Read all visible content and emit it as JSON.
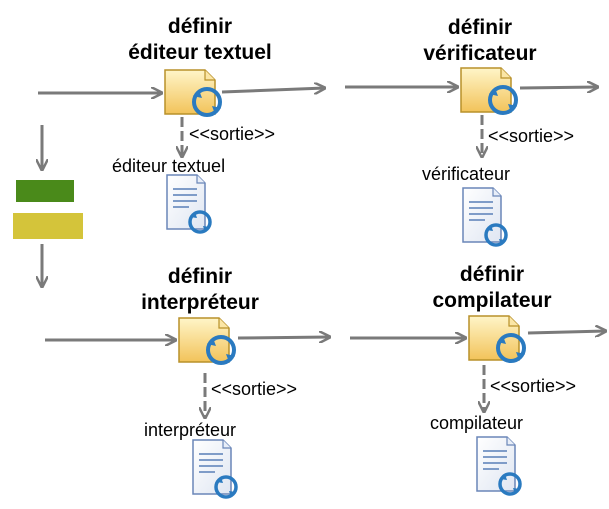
{
  "diagram": {
    "fork_colors": {
      "top_bar": "#4a8a1a",
      "bottom_bar": "#d4c43a"
    },
    "edge_color": "#7a7a7a",
    "tasks": [
      {
        "id": "editor",
        "title_line1": "définir",
        "title_line2": "éditeur textuel",
        "output_stereotype": "<<sortie>>",
        "artifact_label": "éditeur textuel"
      },
      {
        "id": "verifier",
        "title_line1": "définir",
        "title_line2": "vérificateur",
        "output_stereotype": "<<sortie>>",
        "artifact_label": "vérificateur"
      },
      {
        "id": "interpreter",
        "title_line1": "définir",
        "title_line2": "interpréteur",
        "output_stereotype": "<<sortie>>",
        "artifact_label": "interpréteur"
      },
      {
        "id": "compiler",
        "title_line1": "définir",
        "title_line2": "compilateur",
        "output_stereotype": "<<sortie>>",
        "artifact_label": "compilateur"
      }
    ]
  }
}
